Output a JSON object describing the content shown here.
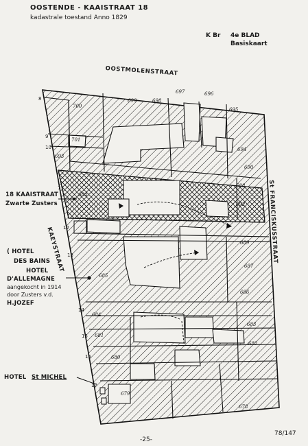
{
  "header": {
    "title": "OOSTENDE - KAAISTRAAT 18",
    "subtitle": "kadastrale toestand Anno 1829",
    "ref_left": "K Br",
    "ref_right": "4e BLAD",
    "ref_sub": "Basiskaart"
  },
  "streets": {
    "top": "OOSTMOLENSTRAAT",
    "right": "St FRANCISKUSSTRAAT",
    "left": "KAEYSTRAAT"
  },
  "annotations": {
    "kaaistraat_line1": "18 KAAISTRAAT",
    "kaaistraat_line2": "Zwarte Zusters",
    "hotel_bains_line1": "( HOTEL",
    "hotel_bains_line2": "DES BAINS",
    "hotel_allemagne_line1": "HOTEL",
    "hotel_allemagne_line2": "D'ALLEMAGNE",
    "purchase_line1": "aangekocht in 1914",
    "purchase_line2": "door Zusters v.d.",
    "purchase_line3": "H.JOZEF",
    "hotel_michel_prefix": "HOTEL",
    "hotel_michel_name": "St MICHEL"
  },
  "house_numbers": [
    "8",
    "9",
    "10",
    "11",
    "12",
    "13",
    "14",
    "15",
    "16",
    "17"
  ],
  "parcels": {
    "p700": "700",
    "p699": "699",
    "p698": "698",
    "p697": "697",
    "p696": "696",
    "p695": "695",
    "p701": "701",
    "p693": "693",
    "p694": "694",
    "p690": "690",
    "p688": "688",
    "p692": "692",
    "p684": "684",
    "p689": "689",
    "p685": "685",
    "p687": "687",
    "p686": "686",
    "p684b": "684",
    "p683": "683",
    "p681": "681",
    "p682": "682",
    "p680": "680",
    "p679": "679",
    "p678": "678"
  },
  "footer": {
    "page": "-25-",
    "ref": "78/147"
  }
}
